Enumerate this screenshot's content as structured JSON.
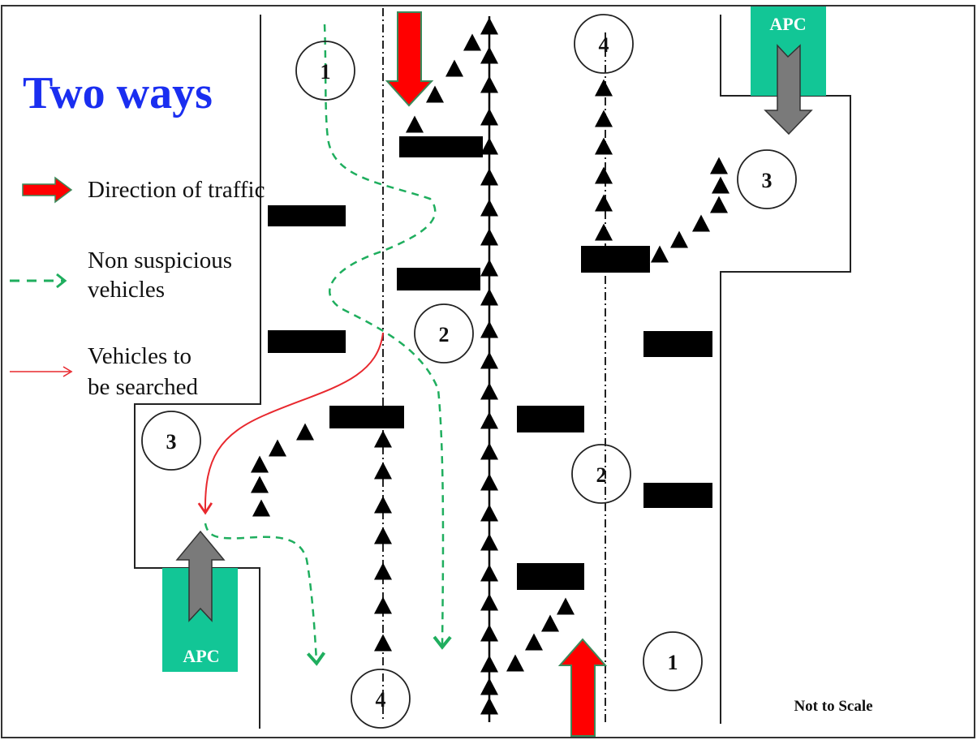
{
  "title": "Two ways",
  "colors": {
    "title": "#1a2ef0",
    "traffic_arrow": "#ff0000",
    "traffic_arrow_outline": "#3a8a5a",
    "non_suspicious": "#1fae5e",
    "searched": "#e8282e",
    "apc_fill": "#12c696",
    "apc_arrow": "#7a7a7a",
    "vehicle": "#000000"
  },
  "legend": {
    "items": [
      {
        "icon": "red-block-arrow-icon",
        "lines": [
          "Direction  of traffic"
        ]
      },
      {
        "icon": "green-dashed-arrow-icon",
        "lines": [
          "Non suspicious",
          "vehicles"
        ]
      },
      {
        "icon": "red-thin-arrow-icon",
        "lines": [
          "Vehicles  to",
          " be searched"
        ]
      }
    ]
  },
  "apc": {
    "label": "APC"
  },
  "positions": {
    "top_left_1": "1",
    "top_center_4": "4",
    "right_3": "3",
    "center_2": "2",
    "left_3": "3",
    "right_2": "2",
    "bottom_right_1": "1",
    "bottom_center_4": "4"
  },
  "note": "Not to Scale"
}
